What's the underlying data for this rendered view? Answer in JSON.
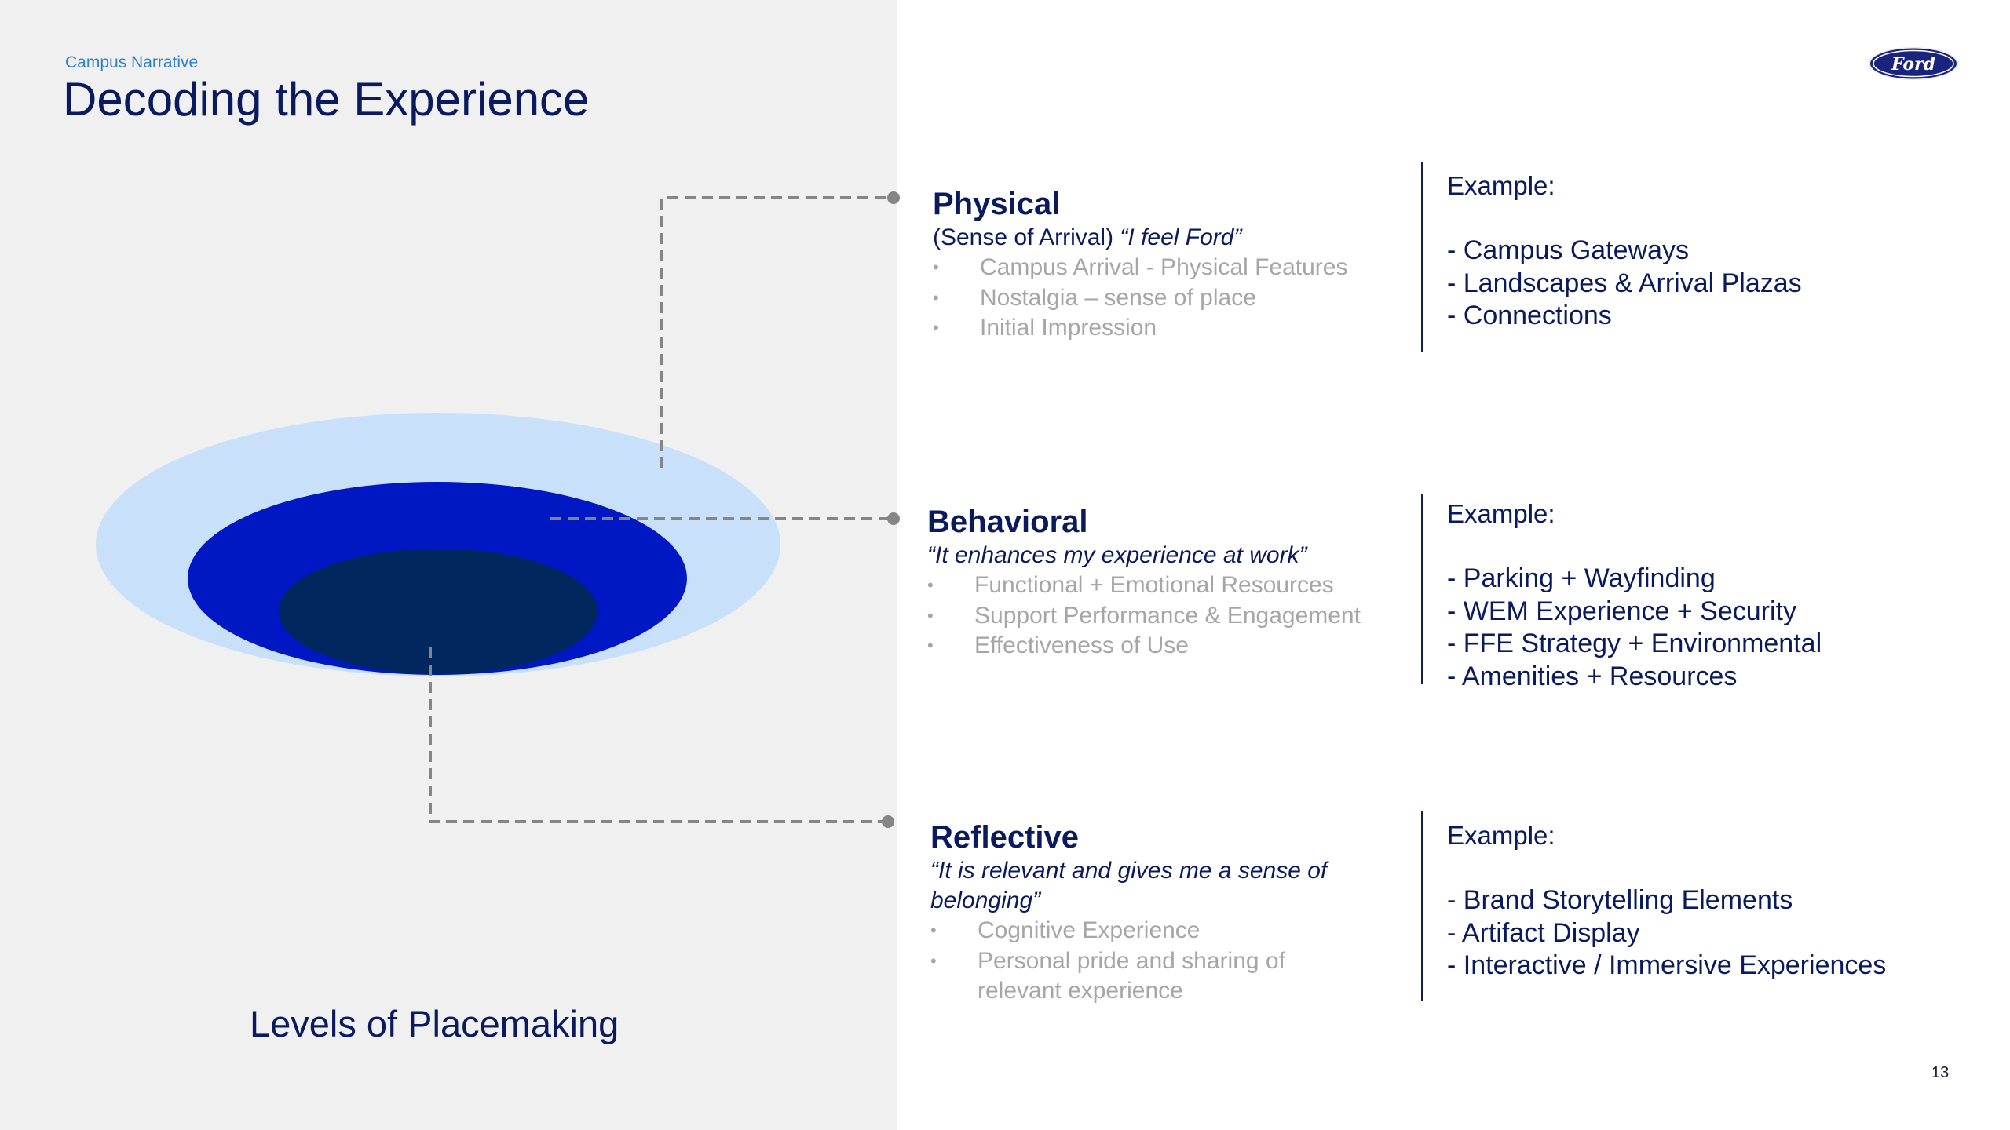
{
  "header": {
    "eyebrow": "Campus Narrative",
    "title": "Decoding the Experience",
    "logo_text": "Ford",
    "logo_icon": "ford-oval-logo-icon"
  },
  "diagram": {
    "caption": "Levels of Placemaking",
    "levels": [
      {
        "name": "Physical",
        "color": "#c9e0fb"
      },
      {
        "name": "Behavioral",
        "color": "#0018c4"
      },
      {
        "name": "Reflective",
        "color": "#00285e"
      }
    ],
    "connector_color": "#858585"
  },
  "sections": [
    {
      "heading": "Physical",
      "subtitle_plain": "(Sense of Arrival) ",
      "subtitle_italic": "“I feel Ford”",
      "bullets": [
        "Campus Arrival - Physical Features",
        "Nostalgia – sense of place",
        "Initial Impression"
      ],
      "example_label": "Example:",
      "examples": [
        "- Campus Gateways",
        "- Landscapes & Arrival Plazas",
        "- Connections"
      ]
    },
    {
      "heading": "Behavioral",
      "subtitle_plain": "",
      "subtitle_italic": "“It enhances my experience at work”",
      "bullets": [
        "Functional + Emotional  Resources",
        "Support Performance & Engagement",
        "Effectiveness of Use"
      ],
      "example_label": "Example:",
      "examples": [
        "- Parking + Wayfinding",
        "- WEM Experience + Security",
        "- FFE Strategy + Environmental",
        "- Amenities + Resources"
      ]
    },
    {
      "heading": "Reflective",
      "subtitle_plain": "",
      "subtitle_italic": "“It is relevant and gives me a sense of",
      "subtitle_italic_2": "belonging”",
      "bullets": [
        "Cognitive Experience",
        "Personal pride and sharing of"
      ],
      "bullet_continuation": "relevant experience",
      "example_label": "Example:",
      "examples": [
        "- Brand Storytelling Elements",
        "- Artifact Display",
        "- Interactive / Immersive  Experiences"
      ]
    }
  ],
  "footer": {
    "page_number": "13"
  },
  "bullet_glyph": "•"
}
